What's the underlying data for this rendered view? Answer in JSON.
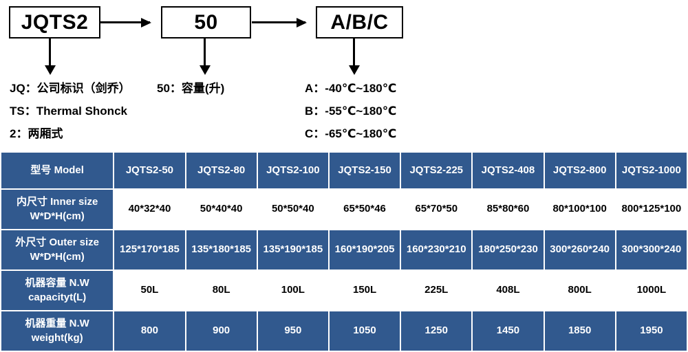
{
  "diagram": {
    "boxes": {
      "model": "JQTS2",
      "volume": "50",
      "temp": "A/B/C"
    },
    "legend_left": [
      "JQ：公司标识（剑乔）",
      "TS：Thermal Shonck",
      "2：两厢式"
    ],
    "legend_mid": [
      "50：容量(升)"
    ],
    "legend_right": [
      "A：-40℃~180℃",
      "B：-55℃~180℃",
      "C：-65℃~180℃"
    ]
  },
  "table": {
    "header_label": "型号 Model",
    "models": [
      "JQTS2-50",
      "JQTS2-80",
      "JQTS2-100",
      "JQTS2-150",
      "JQTS2-225",
      "JQTS2-408",
      "JQTS2-800",
      "JQTS2-1000"
    ],
    "rows": [
      {
        "label_line1": "内尺寸 Inner size",
        "label_line2": "W*D*H(cm)",
        "style": "white",
        "values": [
          "40*32*40",
          "50*40*40",
          "50*50*40",
          "65*50*46",
          "65*70*50",
          "85*80*60",
          "80*100*100",
          "800*125*100"
        ]
      },
      {
        "label_line1": "外尺寸 Outer size",
        "label_line2": "W*D*H(cm)",
        "style": "blue",
        "values": [
          "125*170*185",
          "135*180*185",
          "135*190*185",
          "160*190*205",
          "160*230*210",
          "180*250*230",
          "300*260*240",
          "300*300*240"
        ]
      },
      {
        "label_line1": "机器容量 N.W",
        "label_line2": "capacityt(L)",
        "style": "white",
        "values": [
          "50L",
          "80L",
          "100L",
          "150L",
          "225L",
          "408L",
          "800L",
          "1000L"
        ]
      },
      {
        "label_line1": "机器重量 N.W",
        "label_line2": "weight(kg)",
        "style": "blue",
        "values": [
          "800",
          "900",
          "950",
          "1050",
          "1250",
          "1450",
          "1850",
          "1950"
        ]
      }
    ]
  },
  "colors": {
    "table_blue": "#31598E",
    "table_white": "#FFFFFF",
    "line_black": "#000000"
  }
}
